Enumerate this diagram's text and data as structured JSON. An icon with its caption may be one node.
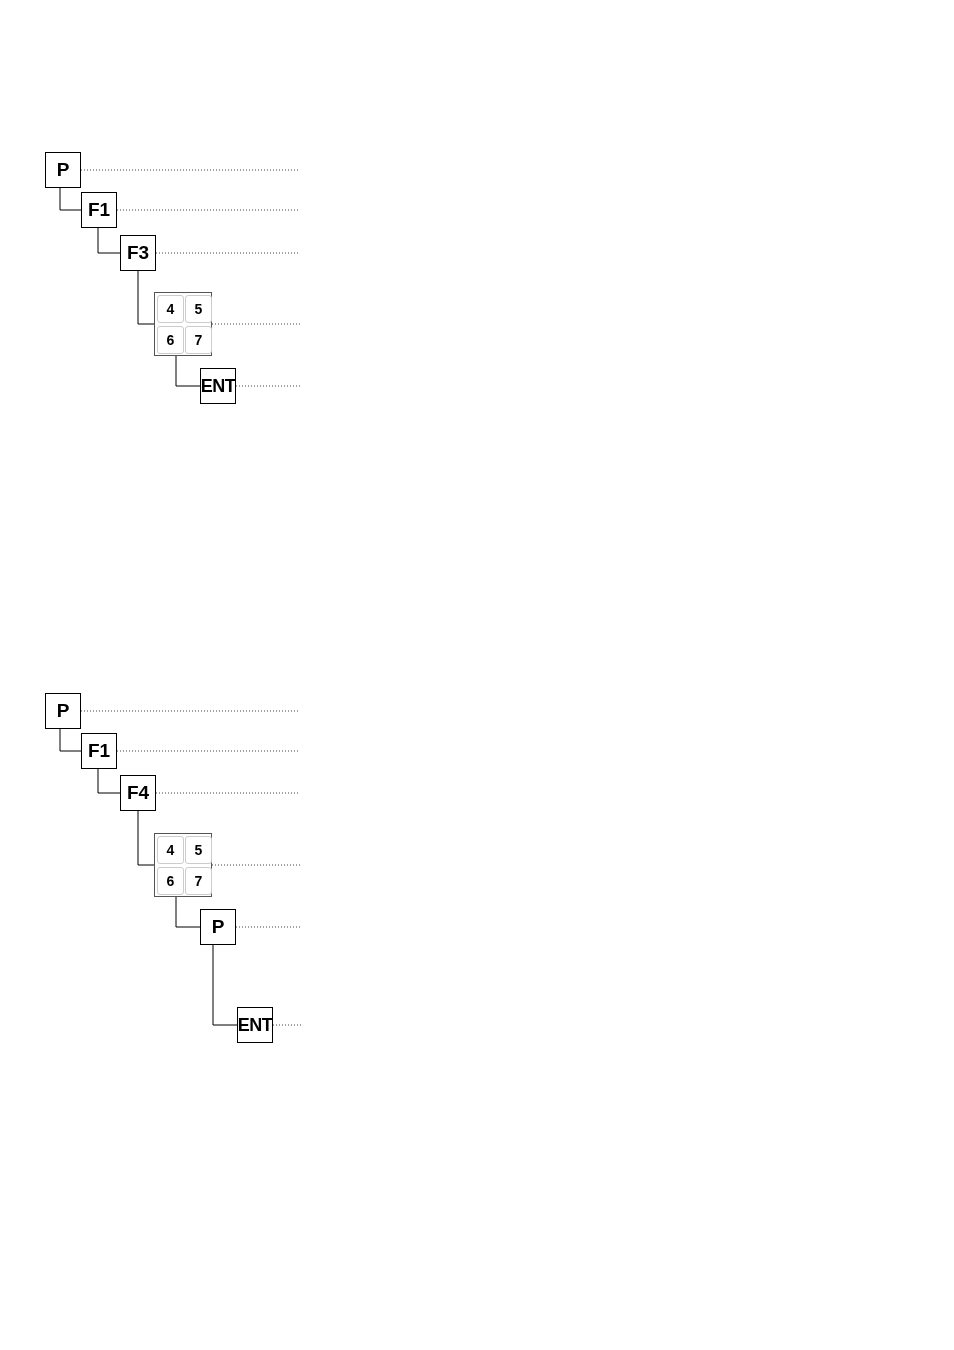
{
  "diagram": {
    "nodes": [
      {
        "text": [
          "P"
        ]
      },
      {
        "text": [
          "F1"
        ]
      },
      {
        "text": [
          "F3"
        ]
      },
      {
        "text": [],
        "shape": "box"
      },
      {
        "text": [
          "4"
        ],
        "in": 3
      },
      {
        "text": [
          "5"
        ],
        "in": 3
      },
      {
        "text": [
          "6"
        ],
        "in": 3
      },
      {
        "text": [
          "7"
        ],
        "in": 3
      },
      {
        "text": [
          "ENT"
        ]
      },
      {
        "text": [
          "P"
        ]
      },
      {
        "text": [
          "F1"
        ]
      },
      {
        "text": [
          "F4"
        ]
      },
      {
        "text": [],
        "shape": "box"
      },
      {
        "text": [
          "4"
        ],
        "in": 12
      },
      {
        "text": [
          "5"
        ],
        "in": 12
      },
      {
        "text": [
          "6"
        ],
        "in": 12
      },
      {
        "text": [
          "7"
        ],
        "in": 12
      },
      {
        "text": [
          "P"
        ]
      },
      {
        "text": [
          "ENT"
        ]
      }
    ],
    "edges": [
      {
        "from": 0,
        "to": 1,
        "arrow": "none"
      },
      {
        "from": 1,
        "to": 2,
        "arrow": "none"
      },
      {
        "from": 2,
        "to": 3,
        "arrow": "none"
      },
      {
        "from": 3,
        "to": 8,
        "arrow": "none"
      },
      {
        "from": 0,
        "to": null,
        "arrow": "none",
        "style": "dashed"
      },
      {
        "from": 1,
        "to": null,
        "arrow": "none",
        "style": "dashed"
      },
      {
        "from": 2,
        "to": null,
        "arrow": "none",
        "style": "dashed"
      },
      {
        "from": 3,
        "to": null,
        "arrow": "none",
        "style": "dashed"
      },
      {
        "from": 8,
        "to": null,
        "arrow": "none",
        "style": "dashed"
      },
      {
        "from": 9,
        "to": 10,
        "arrow": "none"
      },
      {
        "from": 10,
        "to": 11,
        "arrow": "none"
      },
      {
        "from": 11,
        "to": 12,
        "arrow": "none"
      },
      {
        "from": 12,
        "to": 17,
        "arrow": "none"
      },
      {
        "from": 17,
        "to": 18,
        "arrow": "none"
      },
      {
        "from": 9,
        "to": null,
        "arrow": "none",
        "style": "dashed"
      },
      {
        "from": 10,
        "to": null,
        "arrow": "none",
        "style": "dashed"
      },
      {
        "from": 11,
        "to": null,
        "arrow": "none",
        "style": "dashed"
      },
      {
        "from": 12,
        "to": null,
        "arrow": "none",
        "style": "dashed"
      },
      {
        "from": 17,
        "to": null,
        "arrow": "none",
        "style": "dashed"
      },
      {
        "from": 18,
        "to": null,
        "arrow": "none",
        "style": "dashed"
      }
    ]
  }
}
